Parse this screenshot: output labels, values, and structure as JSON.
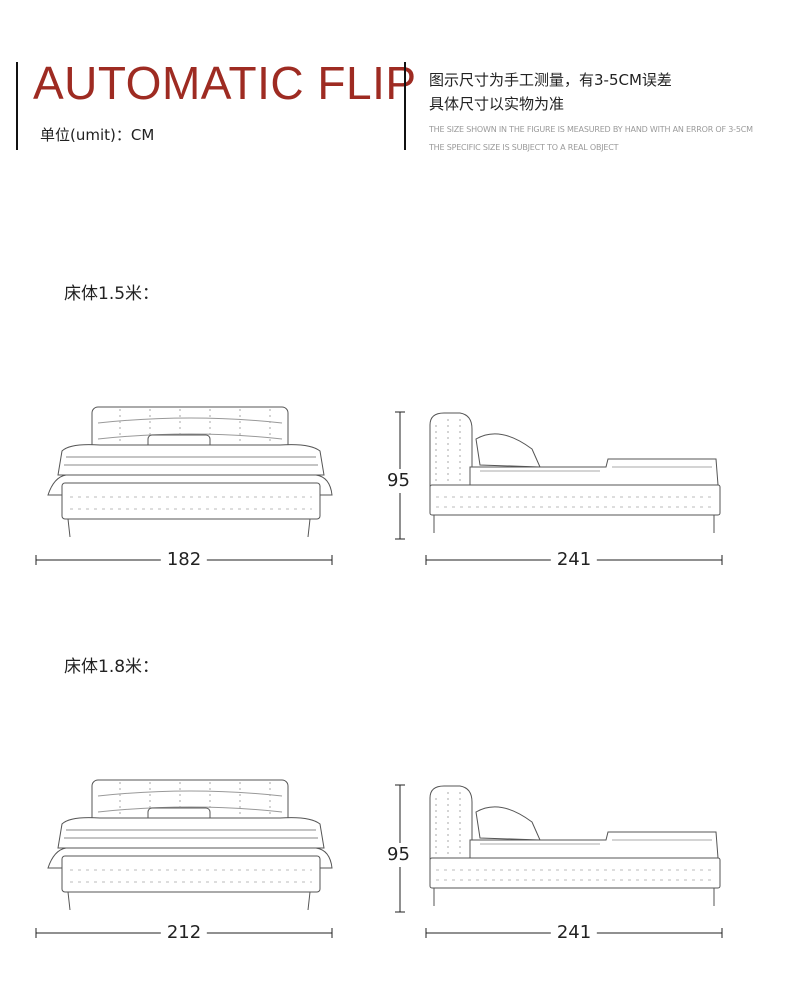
{
  "header": {
    "title": "AUTOMATIC FLIP",
    "unit": "单位(umit)：CM",
    "note_cn_1": "图示尺寸为手工测量，有3-5CM误差",
    "note_cn_2": "具体尺寸以实物为准",
    "note_en_1": "THE SIZE SHOWN IN THE FIGURE IS MEASURED BY HAND WITH AN ERROR OF 3-5CM",
    "note_en_2": "THE SPECIFIC SIZE IS SUBJECT TO A REAL OBJECT",
    "title_color": "#9e2b22"
  },
  "sections": [
    {
      "label": "床体1.5米：",
      "front_width": "182",
      "side_length": "241",
      "side_height": "95"
    },
    {
      "label": "床体1.8米：",
      "front_width": "212",
      "side_length": "241",
      "side_height": "95"
    }
  ]
}
